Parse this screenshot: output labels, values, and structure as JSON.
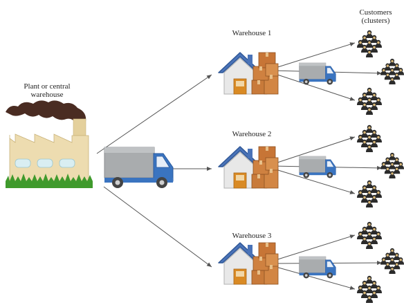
{
  "labels": {
    "plant_line1": "Plant or central",
    "plant_line2": "warehouse",
    "customers_line1": "Customers",
    "customers_line2": "(clusters)",
    "warehouse1": "Warehouse 1",
    "warehouse2": "Warehouse 2",
    "warehouse3": "Warehouse 3"
  },
  "colors": {
    "factory_body": "#eddcb0",
    "factory_windows": "#d9eef2",
    "smoke": "#4a2c22",
    "grass": "#3f9a2c",
    "truck_cargo": "#a9acae",
    "truck_cab": "#3a74c0",
    "house_roof": "#4a73b8",
    "house_wall": "#e8e8e8",
    "house_door": "#d98a24",
    "boxes": "#c87a3a",
    "customer": "#2b2b2b",
    "customer_face": "#d9b878",
    "arrow": "#555555"
  },
  "icons": {
    "factory": "factory-icon",
    "truck": "truck-icon",
    "warehouse": "warehouse-icon",
    "customers": "customer-cluster-icon"
  }
}
